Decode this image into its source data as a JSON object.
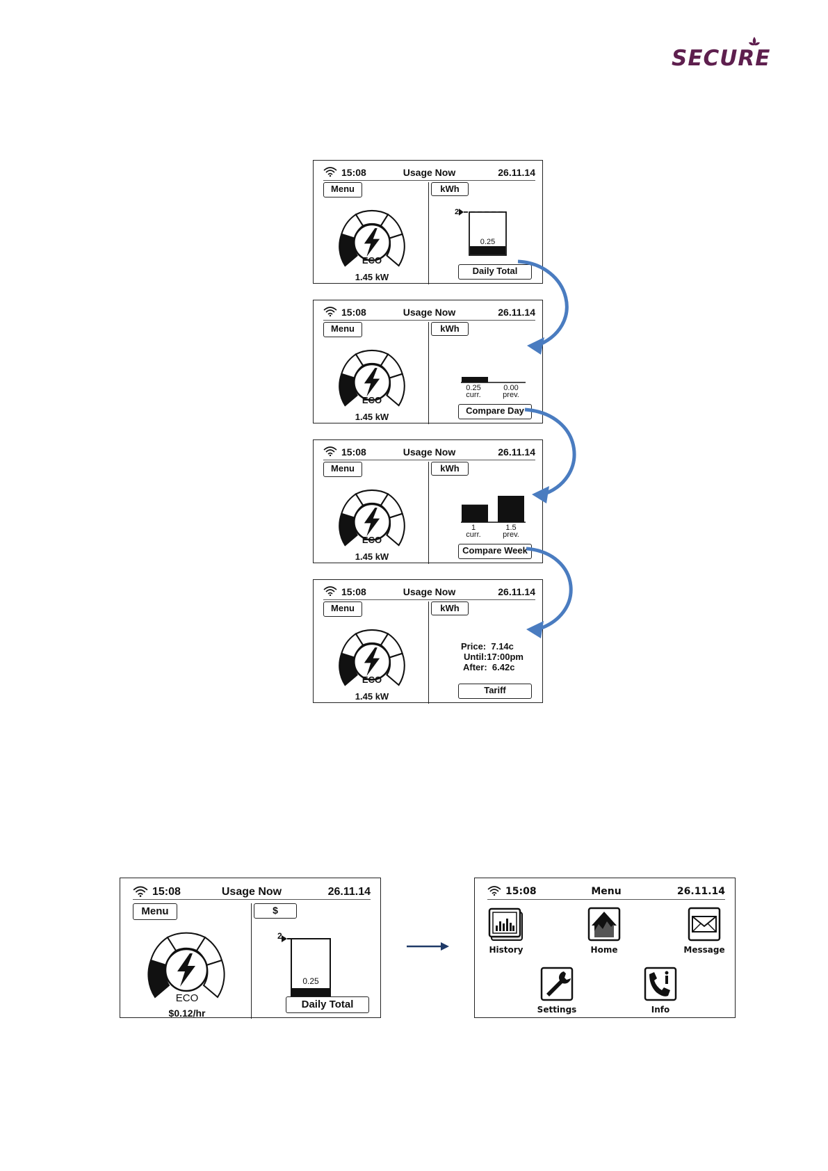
{
  "brand": {
    "logo_text": "SECURE",
    "color": "#5e1f4e"
  },
  "usage_screens": [
    {
      "time": "15:08",
      "title": "Usage Now",
      "date": "26.11.14",
      "menu_label": "Menu",
      "unit_label": "kWh",
      "gauge_label": "ECO",
      "power": "1.45 kW",
      "view": "daily_total",
      "bottom_label": "Daily  Total",
      "daily_total": {
        "max_label": "2",
        "value_label": "0.25",
        "value": 0.25,
        "max": 2
      }
    },
    {
      "time": "15:08",
      "title": "Usage Now",
      "date": "26.11.14",
      "menu_label": "Menu",
      "unit_label": "kWh",
      "gauge_label": "ECO",
      "power": "1.45 kW",
      "view": "compare_day",
      "bottom_label": "Compare Day",
      "compare": {
        "curr_value": "0.25",
        "prev_value": "0.00",
        "curr_label": "curr.",
        "prev_label": "prev."
      }
    },
    {
      "time": "15:08",
      "title": "Usage Now",
      "date": "26.11.14",
      "menu_label": "Menu",
      "unit_label": "kWh",
      "gauge_label": "ECO",
      "power": "1.45 kW",
      "view": "compare_week",
      "bottom_label": "Compare Week",
      "compare": {
        "curr_value": "1",
        "prev_value": "1.5",
        "curr_label": "curr.",
        "prev_label": "prev."
      }
    },
    {
      "time": "15:08",
      "title": "Usage Now",
      "date": "26.11.14",
      "menu_label": "Menu",
      "unit_label": "kWh",
      "gauge_label": "ECO",
      "power": "1.45 kW",
      "view": "tariff",
      "bottom_label": "Tariff",
      "tariff": {
        "line1": "Price:  7.14c",
        "line2": "Until:17:00pm",
        "line3": "After:  6.42c"
      }
    }
  ],
  "cost_screen": {
    "time": "15:08",
    "title": "Usage Now",
    "date": "26.11.14",
    "menu_label": "Menu",
    "unit_label": "$",
    "gauge_label": "ECO",
    "power": "$0.12/hr",
    "bottom_label": "Daily  Total",
    "daily_total": {
      "max_label": "2",
      "value_label": "0.25"
    }
  },
  "menu_screen": {
    "time": "15:08",
    "title": "Menu",
    "date": "26.11.14",
    "items": [
      {
        "label": "History",
        "icon": "history-icon"
      },
      {
        "label": "Home",
        "icon": "home-icon"
      },
      {
        "label": "Message",
        "icon": "message-icon"
      },
      {
        "label": "Settings",
        "icon": "settings-icon"
      },
      {
        "label": "Info",
        "icon": "info-icon"
      }
    ]
  },
  "colors": {
    "arrow": "#4a7cc0",
    "ink": "#111111"
  }
}
